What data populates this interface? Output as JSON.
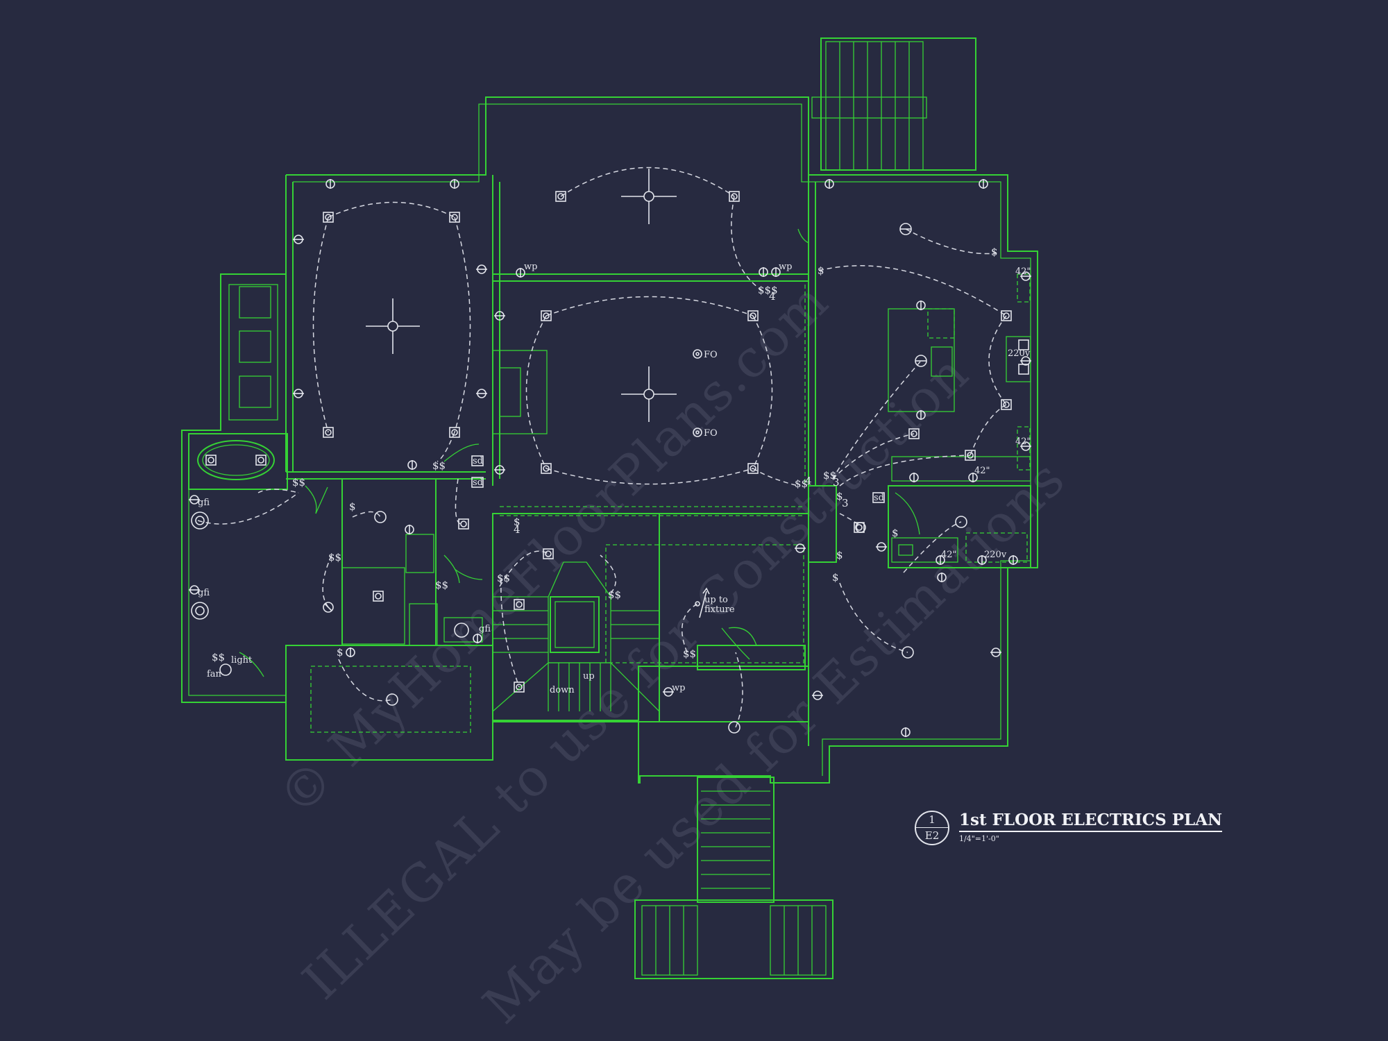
{
  "title": {
    "number": "1",
    "sheet": "E2",
    "text": "1st FLOOR ELECTRICS PLAN",
    "scale": "1/4\"=1'-0\""
  },
  "watermark": {
    "line1": "© MyHomeFloorPlans.com",
    "line2": "ILLEGAL to use for Construction",
    "line3": "May be used for Estimations"
  },
  "labels": {
    "fo": "FO",
    "wp": "wp",
    "sd": "sd",
    "gfi": "gfi",
    "light": "light",
    "fan": "fan",
    "up": "up",
    "down": "down",
    "up_to_fixture_1": "up to",
    "up_to_fixture_2": "fixture",
    "h42": "42\"",
    "v220": "220v",
    "sw1": "$",
    "sw2": "$$",
    "sw3": "$$$",
    "sub3": "3",
    "sub4": "4"
  },
  "colors": {
    "background": "#272a40",
    "walls": "#35d235",
    "devices": "#e3e5ec"
  }
}
